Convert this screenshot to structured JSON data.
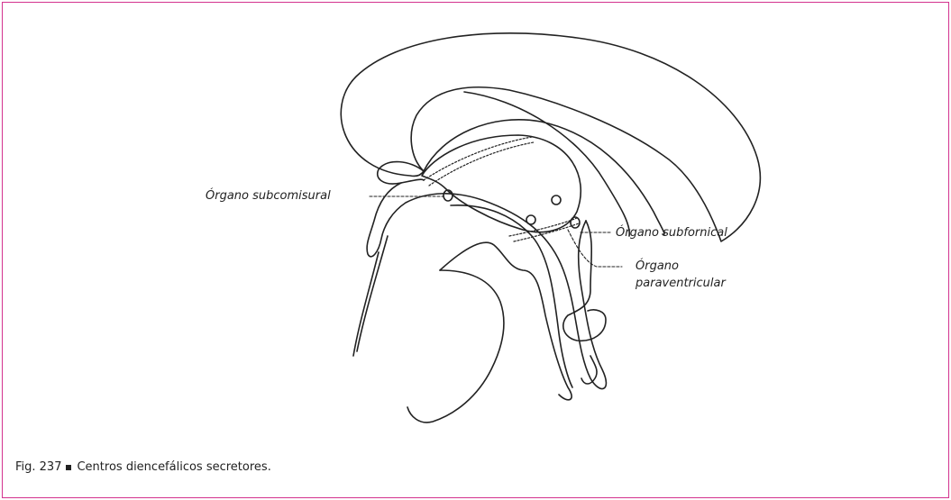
{
  "figure": {
    "labels": {
      "subcomisural": "Órgano subcomisural",
      "subfornical": "Órgano subfornical",
      "paraventricular_line1": "Órgano",
      "paraventricular_line2": "paraventricular"
    },
    "caption": {
      "number": "Fig. 237",
      "text": "Centros diencefálicos secretores."
    },
    "colors": {
      "frame": "#d4338f",
      "ink": "#222222"
    }
  }
}
